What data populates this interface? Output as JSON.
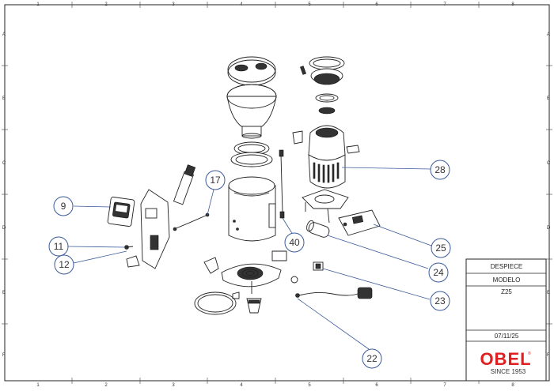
{
  "frame": {
    "columns": [
      "1",
      "2",
      "3",
      "4",
      "5",
      "6",
      "7",
      "8"
    ],
    "rows": [
      "A",
      "B",
      "C",
      "D",
      "E",
      "F"
    ]
  },
  "callouts": [
    {
      "id": "c9",
      "label": "9"
    },
    {
      "id": "c11",
      "label": "11"
    },
    {
      "id": "c12",
      "label": "12"
    },
    {
      "id": "c17",
      "label": "17"
    },
    {
      "id": "c22",
      "label": "22"
    },
    {
      "id": "c23",
      "label": "23"
    },
    {
      "id": "c24",
      "label": "24"
    },
    {
      "id": "c25",
      "label": "25"
    },
    {
      "id": "c28",
      "label": "28"
    },
    {
      "id": "c40",
      "label": "40"
    }
  ],
  "title_block": {
    "heading": "DESPIECE",
    "model_label": "MODELO",
    "model_value": "Z25",
    "date": "07/11/25",
    "brand": "OBEL",
    "since": "SINCE 1953"
  },
  "colors": {
    "leader": "#3a5a9a",
    "brand_red": "#e02020"
  }
}
